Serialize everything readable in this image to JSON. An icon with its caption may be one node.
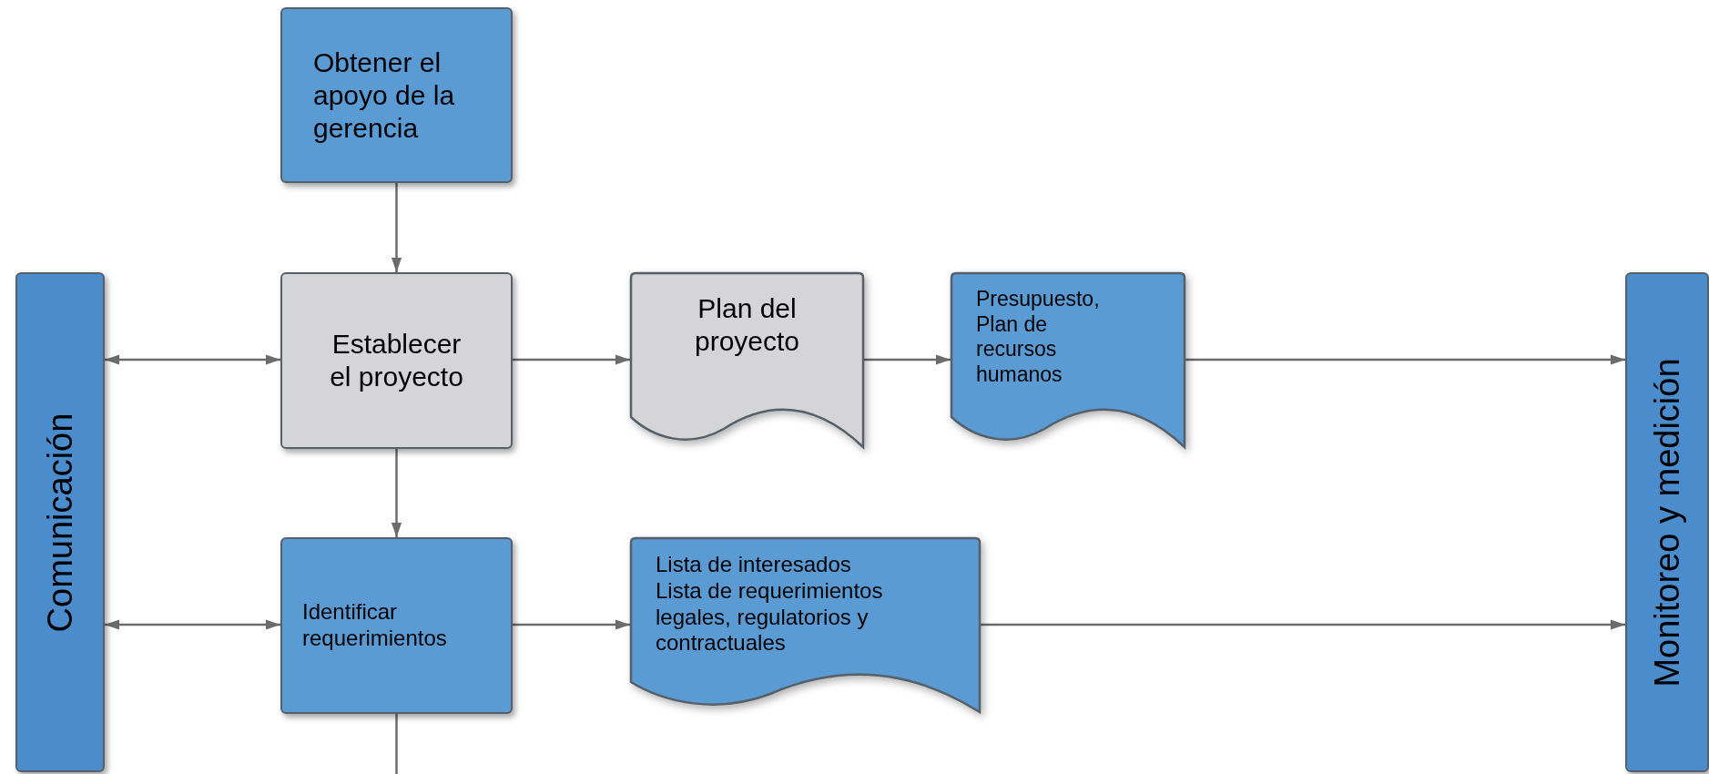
{
  "diagram": {
    "nodes": [
      {
        "text": [
          "Obtener el apoyo de la gerencia"
        ]
      },
      {
        "text": [
          "Comunicación"
        ]
      },
      {
        "text": [
          "Establecer el proyecto"
        ]
      },
      {
        "text": [
          "Plan del proyecto"
        ]
      },
      {
        "text": [
          "Presupuesto,",
          "Plan de recursos humanos"
        ]
      },
      {
        "text": [
          "Monitoreo y medición"
        ]
      },
      {
        "text": [
          "Identificar requerimientos"
        ]
      },
      {
        "text": [
          "Lista de interesados",
          "Lista de requerimientos legales, regulatorios y contractuales"
        ]
      }
    ],
    "edges": [
      {
        "from": 0,
        "to": 2,
        "arrow": "to"
      },
      {
        "from": 1,
        "to": 2,
        "arrow": "both"
      },
      {
        "from": 2,
        "to": 3,
        "arrow": "to"
      },
      {
        "from": 3,
        "to": 4,
        "arrow": "to"
      },
      {
        "from": 4,
        "to": 5,
        "arrow": "to"
      },
      {
        "from": 2,
        "to": 6,
        "arrow": "to"
      },
      {
        "from": 1,
        "to": 6,
        "arrow": "both"
      },
      {
        "from": 6,
        "to": 7,
        "arrow": "to"
      },
      {
        "from": 7,
        "to": 5,
        "arrow": "to"
      },
      {
        "from": 6,
        "to": null,
        "arrow": "none"
      }
    ]
  }
}
